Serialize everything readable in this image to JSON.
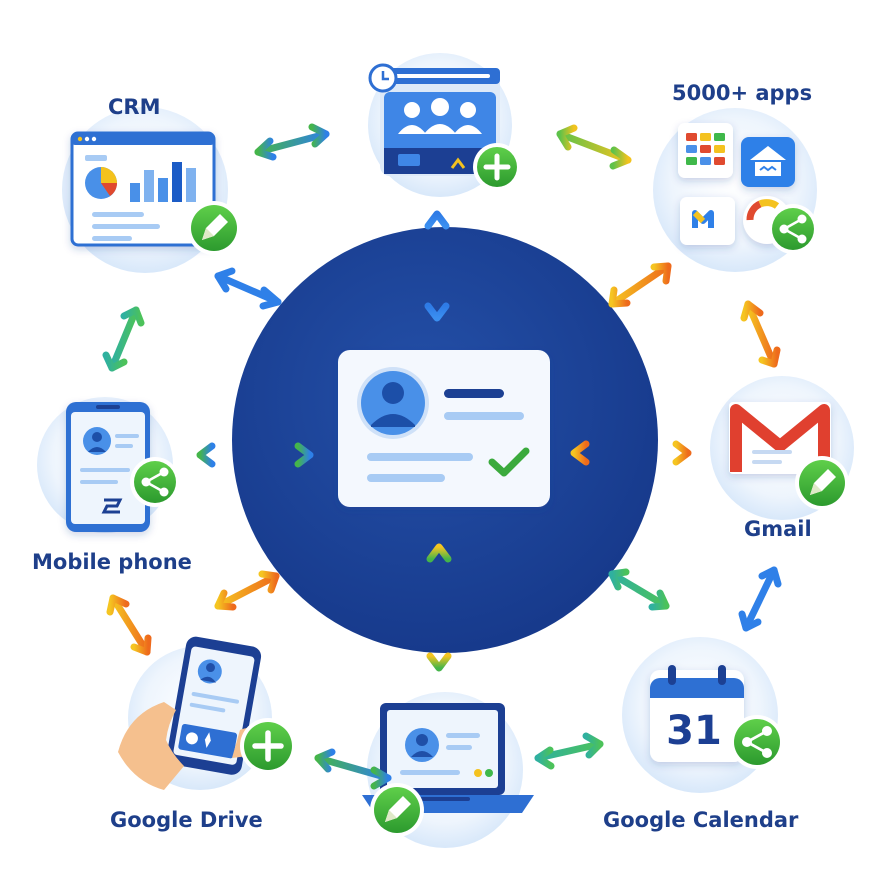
{
  "labels": {
    "crm": "CRM",
    "apps": "5000+ apps",
    "gmail": "Gmail",
    "mobile": "Mobile phone",
    "drive": "Google Drive",
    "calendar": "Google Calendar",
    "calendar_day": "31"
  },
  "colors": {
    "hub": "#1c3f93",
    "label": "#1e3f8a",
    "badge_green": "#3db43a",
    "card_blue": "#3f86e6"
  },
  "icons": {
    "center": "contact-card-icon",
    "team": "team-add-icon",
    "crm": "crm-dashboard-icon",
    "apps": "apps-grid-icon",
    "gmail": "gmail-icon",
    "mobile": "mobile-phone-icon",
    "drive": "hand-phone-icon",
    "laptop": "laptop-icon",
    "calendar": "calendar-icon",
    "add": "plus-icon",
    "edit": "pencil-icon",
    "share": "share-icon"
  }
}
